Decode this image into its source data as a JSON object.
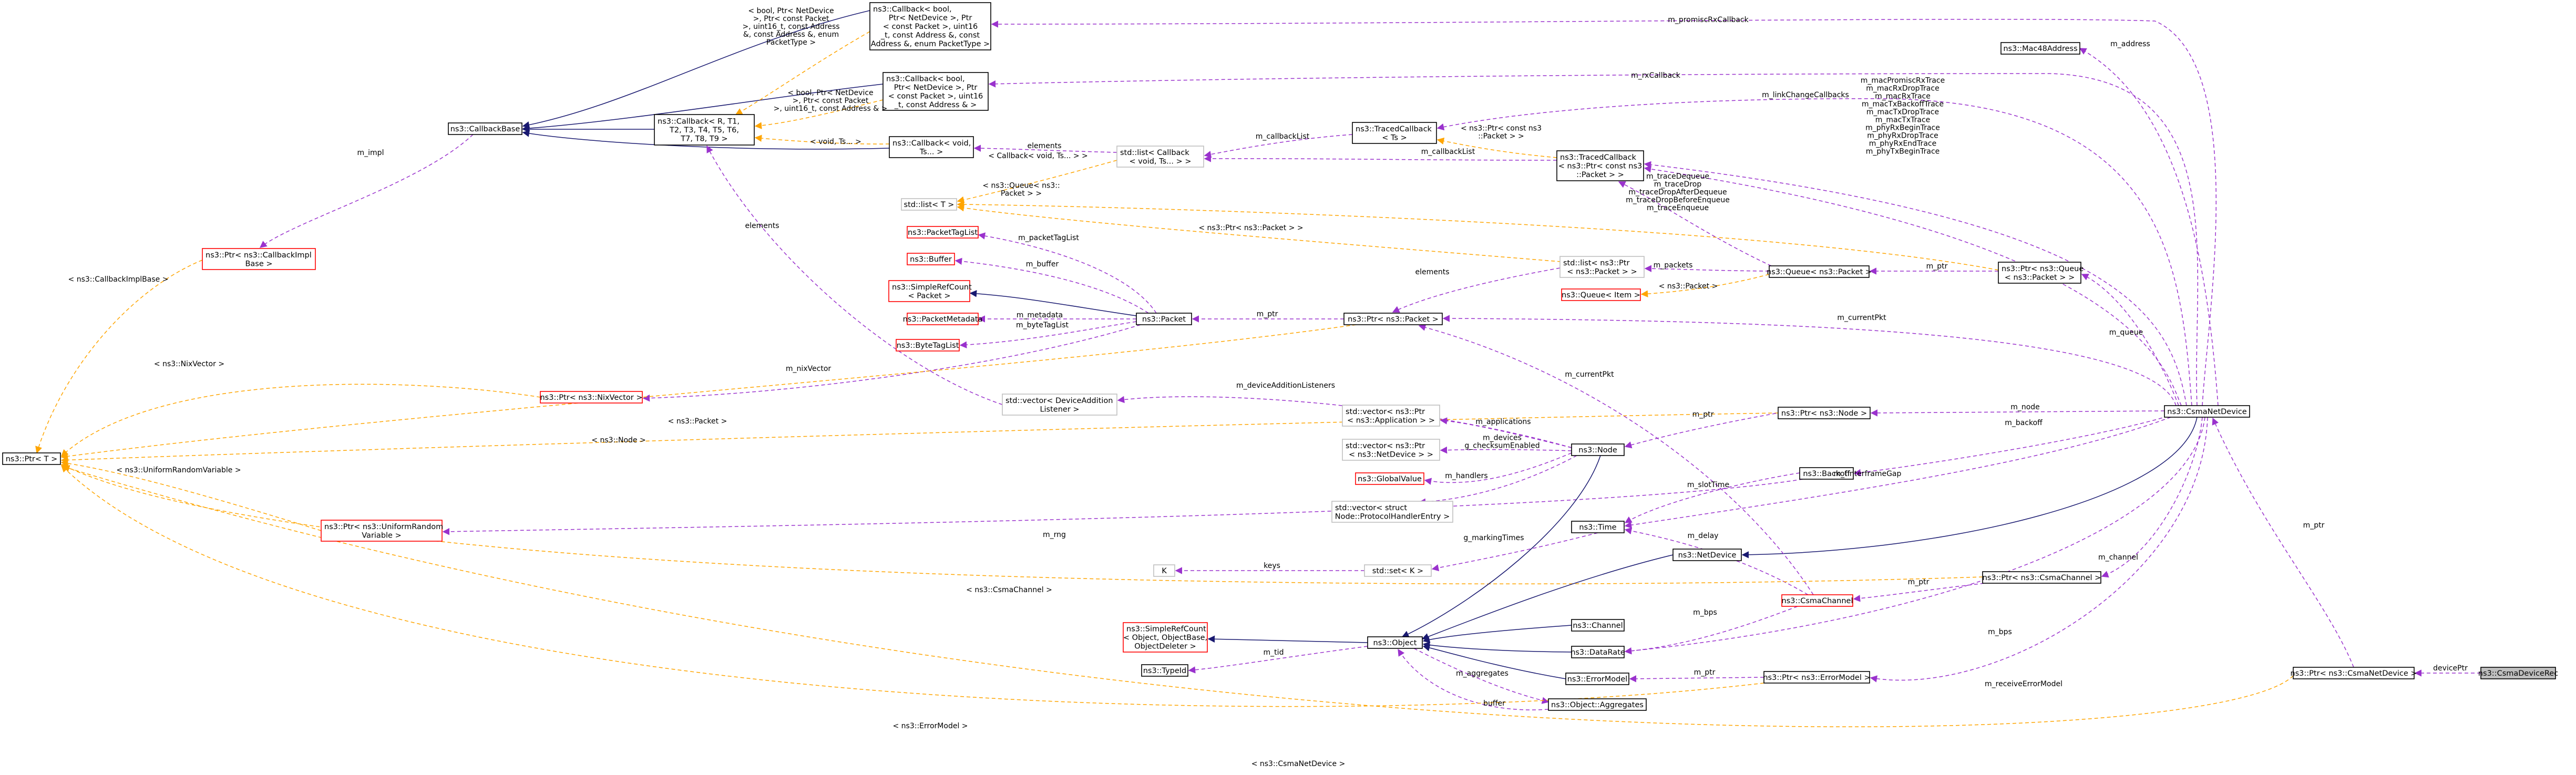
{
  "nodes": {
    "CsmaDeviceRec": [
      "ns3::CsmaDeviceRec"
    ],
    "PtrCsmaNetDevice": [
      "ns3::Ptr< ns3::CsmaNetDevice >"
    ],
    "CsmaNetDevice": [
      "ns3::CsmaNetDevice"
    ],
    "Mac48Address": [
      "ns3::Mac48Address"
    ],
    "CallbackPromisc": [
      "ns3::Callback< bool,",
      "Ptr< NetDevice >, Ptr",
      "< const Packet >, uint16",
      "_t, const Address &, const",
      "Address &, enum PacketType >"
    ],
    "CallbackRx": [
      "ns3::Callback< bool,",
      "Ptr< NetDevice >, Ptr",
      "< const Packet >, uint16",
      "_t, const Address & >"
    ],
    "CallbackBase": [
      "ns3::CallbackBase"
    ],
    "CallbackT": [
      "ns3::Callback< R, T1,",
      "T2, T3, T4, T5, T6,",
      "T7, T8, T9 >"
    ],
    "CallbackVoid": [
      "ns3::Callback< void,",
      "Ts... >"
    ],
    "StdListCallback": [
      "std::list< Callback",
      "< void, Ts... > >"
    ],
    "TracedCallbackTs": [
      "ns3::TracedCallback",
      "< Ts >"
    ],
    "TracedCallbackPkt": [
      "ns3::TracedCallback",
      "< ns3::Ptr< const ns3",
      "::Packet > >"
    ],
    "PtrCallbackImplBase": [
      "ns3::Ptr< ns3::CallbackImpl",
      "Base >"
    ],
    "StdListT": [
      "std::list< T >"
    ],
    "PacketTagList": [
      "ns3::PacketTagList"
    ],
    "Buffer": [
      "ns3::Buffer"
    ],
    "SimpleRefCountPacket": [
      "ns3::SimpleRefCount",
      "< Packet >"
    ],
    "PacketMetadata": [
      "ns3::PacketMetadata"
    ],
    "ByteTagList": [
      "ns3::ByteTagList"
    ],
    "Packet": [
      "ns3::Packet"
    ],
    "PtrPacket": [
      "ns3::Ptr< ns3::Packet >"
    ],
    "StdListPtrPacket": [
      "std::list< ns3::Ptr",
      "< ns3::Packet > >"
    ],
    "QueuePacket": [
      "ns3::Queue< ns3::Packet >"
    ],
    "QueueItem": [
      "ns3::Queue< Item >"
    ],
    "PtrQueuePacket": [
      "ns3::Ptr< ns3::Queue",
      "< ns3::Packet > >"
    ],
    "PtrNixVector": [
      "ns3::Ptr< ns3::NixVector >"
    ],
    "PtrT": [
      "ns3::Ptr< T >"
    ],
    "VectorDeviceAdditionListener": [
      "std::vector< DeviceAddition",
      "Listener >"
    ],
    "PtrNode": [
      "ns3::Ptr< ns3::Node >"
    ],
    "VectorApplication": [
      "std::vector< ns3::Ptr",
      "< ns3::Application > >"
    ],
    "VectorNetDevice": [
      "std::vector< ns3::Ptr",
      "< ns3::NetDevice > >"
    ],
    "GlobalValue": [
      "ns3::GlobalValue"
    ],
    "Node": [
      "ns3::Node"
    ],
    "VectorProtocolHandler": [
      "std::vector< struct",
      "Node::ProtocolHandlerEntry >"
    ],
    "Backoff": [
      "ns3::Backoff"
    ],
    "PtrUniformRandom": [
      "ns3::Ptr< ns3::UniformRandom",
      "Variable >"
    ],
    "Time": [
      "ns3::Time"
    ],
    "K": [
      "K"
    ],
    "StdSetK": [
      "std::set< K >"
    ],
    "NetDevice": [
      "ns3::NetDevice"
    ],
    "PtrCsmaChannel": [
      "ns3::Ptr< ns3::CsmaChannel >"
    ],
    "CsmaChannel": [
      "ns3::CsmaChannel"
    ],
    "Channel": [
      "ns3::Channel"
    ],
    "SimpleRefCountObject": [
      "ns3::SimpleRefCount",
      "< Object, ObjectBase,",
      "ObjectDeleter >"
    ],
    "Object": [
      "ns3::Object"
    ],
    "DataRate": [
      "ns3::DataRate"
    ],
    "TypeId": [
      "ns3::TypeId"
    ],
    "ErrorModel": [
      "ns3::ErrorModel"
    ],
    "PtrErrorModel": [
      "ns3::Ptr< ns3::ErrorModel >"
    ],
    "ObjectAggregates": [
      "ns3::Object::Aggregates"
    ]
  },
  "edges": {
    "devicePtr": [
      "devicePtr"
    ],
    "ptr_csma": [
      "m_ptr"
    ],
    "address": [
      "m_address"
    ],
    "promiscRx": [
      "m_promiscRxCallback"
    ],
    "rxCb": [
      "m_rxCallback"
    ],
    "linkChange": [
      "m_linkChangeCallbacks"
    ],
    "traces": [
      "m_macPromiscRxTrace",
      "m_macRxDropTrace",
      "m_macRxTrace",
      "m_macTxBackoffTrace",
      "m_macTxDropTrace",
      "m_macTxTrace",
      "m_phyRxBeginTrace",
      "m_phyRxDropTrace",
      "m_phyRxEndTrace",
      "m_phyTxBeginTrace"
    ],
    "queue": [
      "m_queue"
    ],
    "currentPkt": [
      "m_currentPkt"
    ],
    "node": [
      "m_node"
    ],
    "backoff": [
      "m_backoff"
    ],
    "tInterframeGap": [
      "m_tInterframeGap"
    ],
    "channel": [
      "m_channel"
    ],
    "bps_csma": [
      "m_bps"
    ],
    "receiveErrorModel": [
      "m_receiveErrorModel"
    ],
    "impl": [
      "m_impl"
    ],
    "tmplPromisc": [
      "< bool, Ptr< NetDevice",
      ">, Ptr< const Packet",
      ">, uint16_t, const Address",
      "&, const Address &, enum",
      "PacketType >"
    ],
    "tmplRx": [
      "< bool, Ptr< NetDevice",
      ">, Ptr< const Packet",
      ">, uint16_t, const Address & >"
    ],
    "tmplVoidTs": [
      "< void, Ts... >"
    ],
    "callbackList": [
      "m_callbackList"
    ],
    "elementsCb": [
      "elements"
    ],
    "tmplTracedPkt": [
      "< ns3::Ptr< const ns3",
      "::Packet > >"
    ],
    "callbackList2": [
      "m_callbackList"
    ],
    "tmplListCb": [
      "< Callback< void, Ts... > >"
    ],
    "tmplQueueList": [
      "< ns3::Queue< ns3::",
      "Packet > >"
    ],
    "pktDeqTraces": [
      "m_traceDequeue",
      "m_traceDrop",
      "m_traceDropAfterDequeue",
      "m_traceDropBeforeEnqueue",
      "m_traceEnqueue"
    ],
    "tmplListPtrPkt": [
      "< ns3::Ptr< ns3::Packet > >"
    ],
    "elementsLeft": [
      "elements"
    ],
    "packetTagList": [
      "m_packetTagList"
    ],
    "buffer": [
      "m_buffer"
    ],
    "metadata": [
      "m_metadata"
    ],
    "byteTagList": [
      "m_byteTagList"
    ],
    "ptr_pkt": [
      "m_ptr"
    ],
    "packets": [
      "m_packets"
    ],
    "tmplPtrPacket": [
      "< ns3::Packet >"
    ],
    "elementsMid": [
      "elements"
    ],
    "ptr_queue": [
      "m_ptr"
    ],
    "tmplNixVector": [
      "< ns3::NixVector >"
    ],
    "nixVector": [
      "m_nixVector"
    ],
    "tmplCallbackImplBase": [
      "< ns3::CallbackImplBase >"
    ],
    "deviceAdditionListeners": [
      "m_deviceAdditionListeners"
    ],
    "tmplPacket": [
      "< ns3::Packet >"
    ],
    "tmplNode": [
      "< ns3::Node >"
    ],
    "ptr_node": [
      "m_ptr"
    ],
    "applications": [
      "m_applications"
    ],
    "devices": [
      "m_devices",
      "g_checksumEnabled"
    ],
    "handlers": [
      "m_handlers"
    ],
    "currentPktCh": [
      "m_currentPkt"
    ],
    "slotTime": [
      "m_slotTime"
    ],
    "tmplUniform": [
      "< ns3::UniformRandomVariable >"
    ],
    "rng": [
      "m_rng"
    ],
    "markingTimes": [
      "g_markingTimes"
    ],
    "keys": [
      "keys"
    ],
    "delay": [
      "m_delay"
    ],
    "tmplCsmaChannel": [
      "< ns3::CsmaChannel >"
    ],
    "ptr_channel": [
      "m_ptr"
    ],
    "bps_ch": [
      "m_bps"
    ],
    "tid": [
      "m_tid"
    ],
    "ptr_err": [
      "m_ptr"
    ],
    "aggregates": [
      "m_aggregates"
    ],
    "bufferAgg": [
      "buffer"
    ],
    "tmplErrorModel": [
      "< ns3::ErrorModel >"
    ],
    "tmplCsmaNetDevice": [
      "< ns3::CsmaNetDevice >"
    ]
  }
}
